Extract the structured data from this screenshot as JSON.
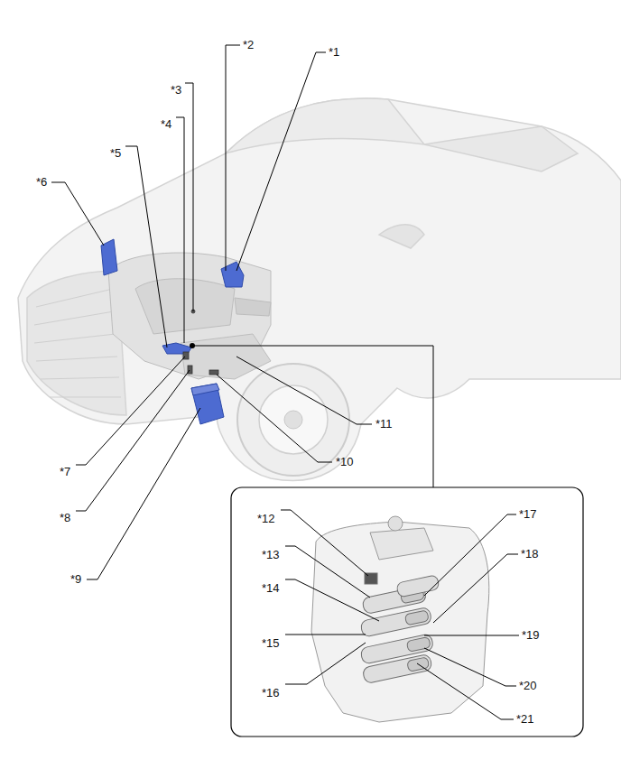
{
  "diagram": {
    "labels": [
      "*1",
      "*2",
      "*3",
      "*4",
      "*5",
      "*6",
      "*7",
      "*8",
      "*9",
      "*10",
      "*11",
      "*12",
      "*13",
      "*14",
      "*15",
      "*16",
      "*17",
      "*18",
      "*19",
      "*20",
      "*21"
    ]
  }
}
